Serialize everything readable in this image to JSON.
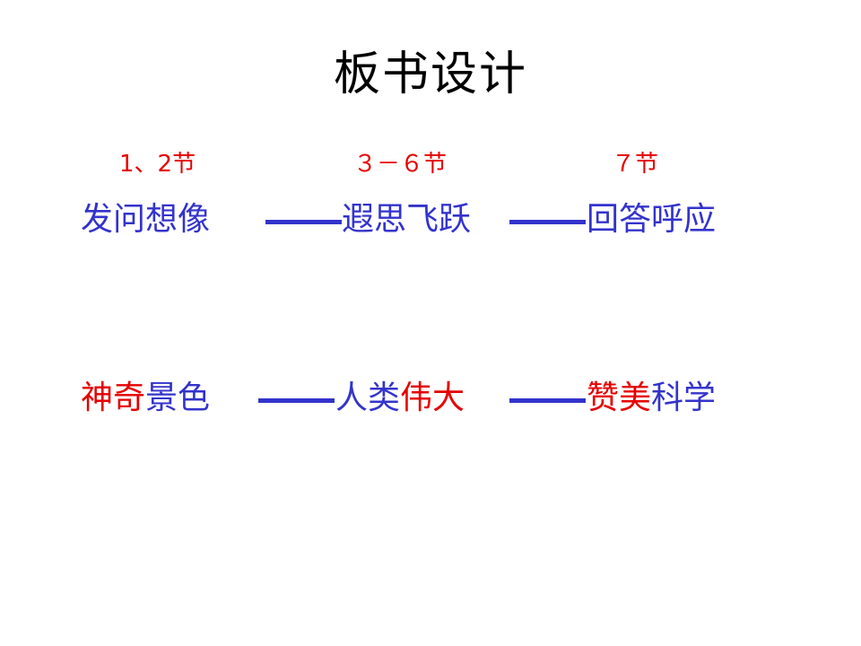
{
  "title": "板书设计",
  "colors": {
    "blue": "#3333CC",
    "red": "#E60000",
    "black": "#000000",
    "background": "#FFFFFF"
  },
  "section_labels": [
    {
      "text": "1、2节",
      "color": "#E60000"
    },
    {
      "text": "３－６节",
      "color": "#E60000"
    },
    {
      "text": "７节",
      "color": "#E60000"
    }
  ],
  "rows": [
    {
      "phrases": [
        {
          "segments": [
            {
              "text": "发问想像",
              "color": "#3333CC"
            }
          ]
        },
        {
          "segments": [
            {
              "text": "遐思飞跃",
              "color": "#3333CC"
            }
          ]
        },
        {
          "segments": [
            {
              "text": "回答呼应",
              "color": "#3333CC"
            }
          ]
        }
      ],
      "connector": "——"
    },
    {
      "phrases": [
        {
          "segments": [
            {
              "text": "神奇",
              "color": "#E60000"
            },
            {
              "text": "景色",
              "color": "#3333CC"
            }
          ]
        },
        {
          "segments": [
            {
              "text": "人类",
              "color": "#3333CC"
            },
            {
              "text": "伟大",
              "color": "#E60000"
            }
          ]
        },
        {
          "segments": [
            {
              "text": "赞美",
              "color": "#E60000"
            },
            {
              "text": "科学",
              "color": "#3333CC"
            }
          ]
        }
      ],
      "connector": "——"
    }
  ]
}
